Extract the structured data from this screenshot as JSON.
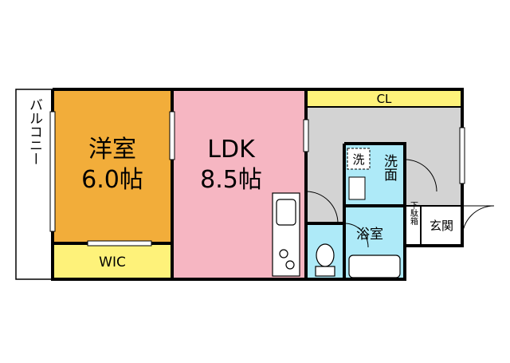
{
  "rooms": {
    "balcony": {
      "label": "バルコニー"
    },
    "western_room": {
      "name": "洋室",
      "size": "6.0帖"
    },
    "ldk": {
      "name": "LDK",
      "size": "8.5帖"
    },
    "wic": {
      "label": "WIC"
    },
    "closet": {
      "label": "CL"
    },
    "laundry": {
      "label": "洗"
    },
    "washroom": {
      "label": "洗面"
    },
    "bathroom": {
      "label": "浴室"
    },
    "shoe_box": {
      "label": "下駄箱"
    },
    "entrance": {
      "label": "玄関"
    }
  },
  "colors": {
    "western_room": "#f2ad3a",
    "ldk": "#f6b6c2",
    "wic": "#fef27a",
    "closet": "#fef27a",
    "corridor": "#d3d3d3",
    "wet_area": "#aeeaf8",
    "wall": "#000000",
    "balcony": "#ffffff"
  }
}
